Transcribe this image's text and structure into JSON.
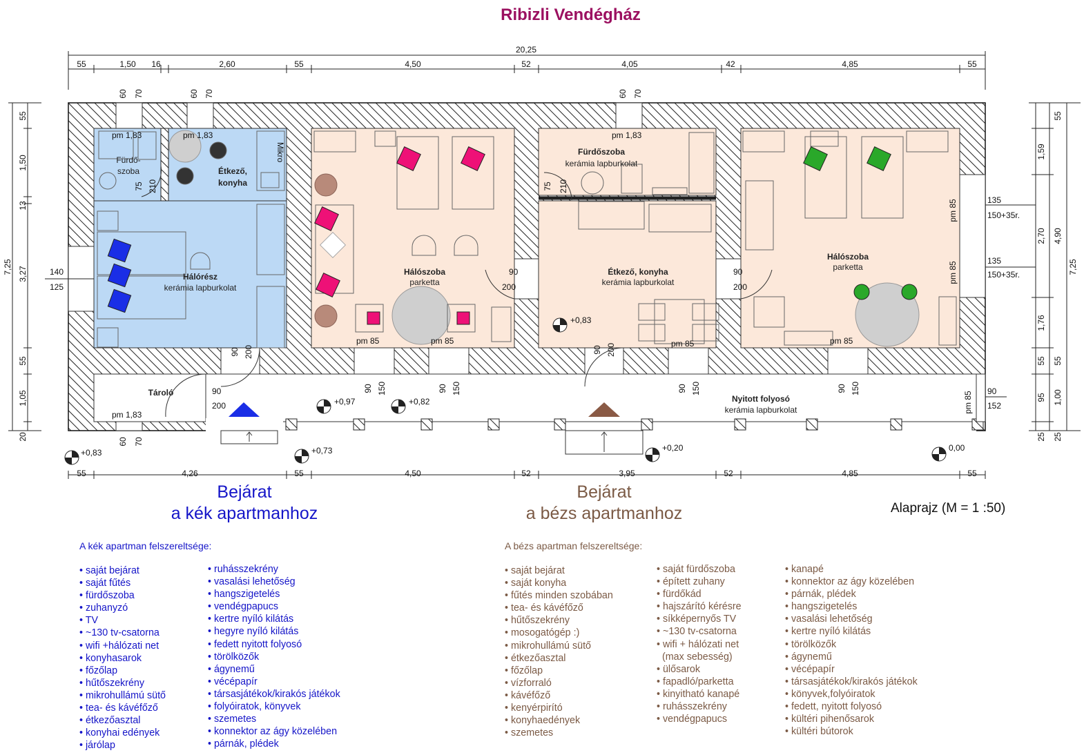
{
  "title": "Ribizli Vendégház",
  "scale": "Alaprajz (M = 1 :50)",
  "dimensions": {
    "total_width": "20,25",
    "top": [
      "55",
      "1,50",
      "16",
      "2,60",
      "55",
      "4,50",
      "52",
      "4,05",
      "42",
      "4,85",
      "55"
    ],
    "bottom": [
      "55",
      "4,26",
      "55",
      "4,50",
      "52",
      "3,95",
      "52",
      "4,85",
      "55"
    ],
    "left_outer": "7,25",
    "left": [
      "55",
      "1,50",
      "13",
      "3,27",
      "55",
      "1,05",
      "20"
    ],
    "right_outer": "7,25",
    "right_mid": "4,90",
    "right": [
      "1,59",
      "2,70",
      "1,76",
      "55",
      "1,00",
      "95",
      "25",
      "25"
    ],
    "right_small": [
      "55",
      "25"
    ]
  },
  "rooms": {
    "blue_bath": {
      "name": "Fürdő-\nszoba",
      "line1": "Fürdő-",
      "line2": "szoba"
    },
    "blue_kitchen": {
      "line1": "Étkező,",
      "line2": "konyha"
    },
    "blue_sleep": {
      "name": "Hálórész",
      "floor": "kerámia lapburkolat"
    },
    "storage": {
      "name": "Tároló"
    },
    "beige_bed1": {
      "name": "Hálószoba",
      "floor": "parketta"
    },
    "beige_bath": {
      "name": "Fürdőszoba",
      "floor": "kerámia lapburkolat"
    },
    "beige_kitchen": {
      "name": "Étkező, konyha",
      "floor": "kerámia lapburkolat"
    },
    "beige_bed2": {
      "name": "Hálószoba",
      "floor": "parketta"
    },
    "corridor": {
      "name": "Nyitott folyosó",
      "floor": "kerámia lapburkolat"
    }
  },
  "annotations": {
    "pm83": "pm 1,83",
    "pm85": "pm 85",
    "mikro": "Mikro",
    "w60": "60",
    "w70": "70",
    "d75": "75",
    "d210": "210",
    "d90": "90",
    "d200": "200",
    "d150": "150",
    "d152": "152",
    "w135": "135",
    "w150": "150+35r.",
    "w140": "140",
    "w125": "125"
  },
  "levels": [
    "+0,83",
    "+0,73",
    "+0,97",
    "+0,82",
    "+0,83",
    "+0,20",
    "0,00"
  ],
  "entrances": {
    "blue": {
      "line1": "Bejárat",
      "line2": "a kék apartmanhoz"
    },
    "beige": {
      "line1": "Bejárat",
      "line2": "a bézs apartmanhoz"
    }
  },
  "colors": {
    "blue_room": "#bcd9f5",
    "beige_room": "#fce8da",
    "blue_text": "#1515c8",
    "brown_text": "#7b5a45",
    "title": "#9b1060",
    "pillow_pink": "#ee1177",
    "pillow_green": "#2aa82a",
    "pillow_blue": "#1a2ee6"
  },
  "blue_equipment": {
    "heading": "A kék apartman felszereltsége:",
    "col1": [
      "saját bejárat",
      "saját fűtés",
      "fürdőszoba",
      "zuhanyzó",
      "TV",
      "~130 tv-csatorna",
      "wifi +hálózati net",
      "konyhasarok",
      "főzőlap",
      "hűtőszekrény",
      "mikrohullámú sütő",
      "tea- és kávéfőző",
      "étkezőasztal",
      "konyhai edények",
      "járólap"
    ],
    "col2": [
      "ruhásszekrény",
      "vasalási lehetőség",
      "hangszigetelés",
      "vendégpapucs",
      "kertre nyíló kilátás",
      "hegyre nyíló kilátás",
      "fedett nyitott folyosó",
      "törölközők",
      "ágynemű",
      "vécépapír",
      "társasjátékok/kirakós játékok",
      "folyóiratok, könyvek",
      "szemetes",
      "konnektor az ágy közelében",
      "párnák, plédek"
    ]
  },
  "beige_equipment": {
    "heading": "A bézs apartman felszereltsége:",
    "col1": [
      "saját bejárat",
      "saját konyha",
      "fűtés minden szobában",
      "tea- és kávéfőző",
      "hűtőszekrény",
      "mosogatógép :)",
      "mikrohullámú sütő",
      "étkezőasztal",
      "főzőlap",
      "vízforraló",
      "kávéfőző",
      "kenyérpirító",
      "konyhaedények",
      "szemetes"
    ],
    "col2": [
      "saját fürdőszoba",
      "épített zuhany",
      "fürdőkád",
      "hajszárító kérésre",
      "síkképernyős TV",
      "~130 tv-csatorna",
      "wifi + hálózati net",
      "(max sebesség)",
      "ülősarok",
      "fapadló/parketta",
      "kinyitható kanapé",
      "ruhásszekrény",
      "vendégpapucs"
    ],
    "col3": [
      "kanapé",
      "konnektor az ágy közelében",
      "párnák, plédek",
      "hangszigetelés",
      "vasalási lehetőség",
      "kertre nyíló kilátás",
      "törölközők",
      "ágynemű",
      "vécépapír",
      "társasjátékok/kirakós játékok",
      "könyvek,folyóiratok",
      "fedett, nyitott folyosó",
      "kültéri pihenősarok",
      "kültéri bútorok"
    ]
  }
}
